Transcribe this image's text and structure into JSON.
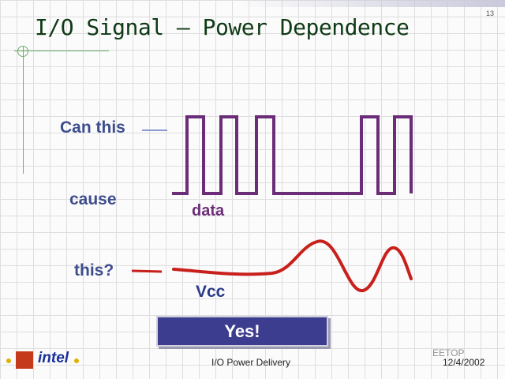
{
  "slide": {
    "title": "I/O Signal – Power Dependence",
    "number": "13"
  },
  "labels": {
    "can_this": "Can this",
    "cause": "cause",
    "this_q": "this?",
    "data": "data",
    "vcc": "Vcc"
  },
  "answer": {
    "label": "Yes!"
  },
  "footer": {
    "center_text": "I/O Power Delivery",
    "date": "12/4/2002",
    "watermark": "EETOP"
  },
  "logo": {
    "text": "intel"
  },
  "colors": {
    "title": "#0f3a16",
    "label_blue": "#3e4d8c",
    "data_signal": "#6b2c78",
    "vcc_signal": "#c8201c",
    "button_bg": "#3d3d8f"
  }
}
